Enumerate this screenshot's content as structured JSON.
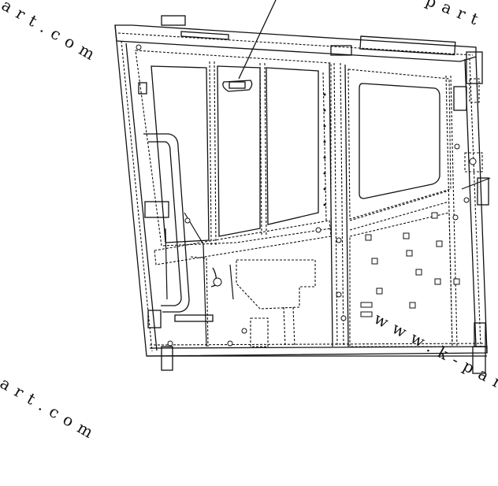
{
  "watermarks": {
    "top_left": "art.com",
    "top_right": "part",
    "bottom_left": "art.com",
    "bottom_right": "www.k-part"
  }
}
